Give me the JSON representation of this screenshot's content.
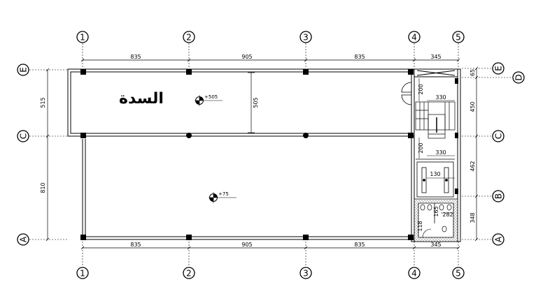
{
  "grid": {
    "cols": [
      "1",
      "2",
      "3",
      "4",
      "5"
    ],
    "rows": [
      "E",
      "D",
      "C",
      "B",
      "A"
    ]
  },
  "dimensions": {
    "top": [
      "835",
      "905",
      "835",
      "345"
    ],
    "bottom": [
      "835",
      "905",
      "835",
      "345"
    ],
    "left": [
      "515",
      "810"
    ],
    "right": [
      "65",
      "450",
      "462",
      "348"
    ]
  },
  "room_label": "السدة",
  "levels": {
    "upper": "+505",
    "lower": "+75"
  },
  "inner_dims": {
    "mezz_height": "505",
    "stair_run_top": "330",
    "stair_run_bottom": "330",
    "stair_w_top": "200",
    "stair_w_bottom": "200",
    "wc_w": "130",
    "wc_depth": "165",
    "wc_span": "282",
    "wc_left": "118"
  },
  "colors": {
    "ink": "#000000",
    "hatch": "#555555"
  }
}
